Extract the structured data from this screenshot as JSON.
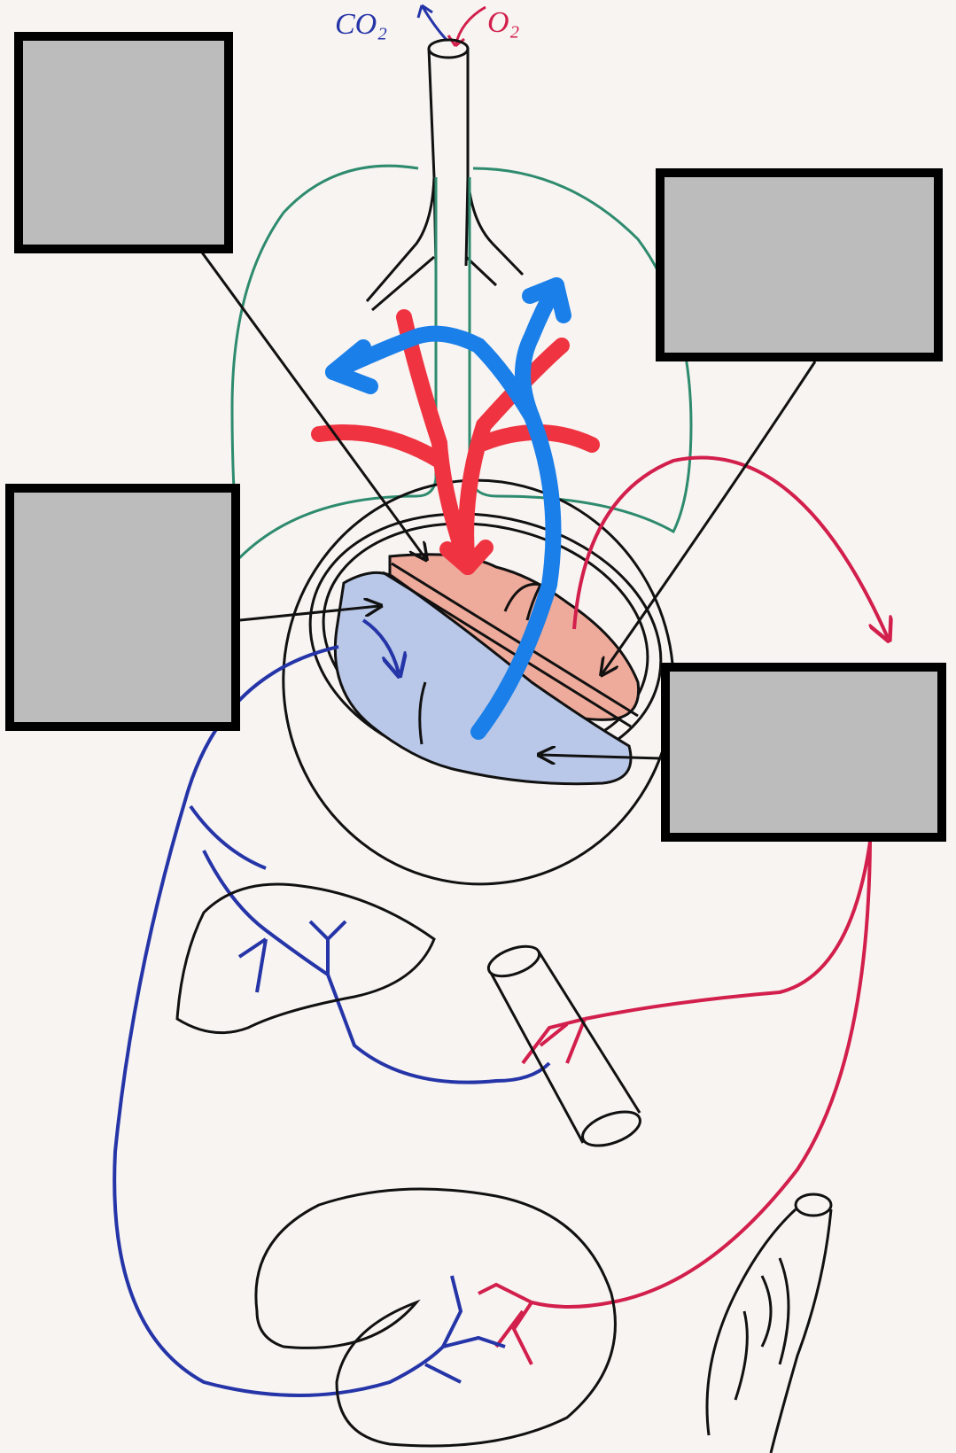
{
  "diagram": {
    "gas_labels": {
      "co2": "CO₂",
      "o2": "O₂"
    },
    "label_boxes": [
      {
        "id": "box-a",
        "text": ""
      },
      {
        "id": "box-b",
        "text": ""
      },
      {
        "id": "box-c",
        "text": ""
      },
      {
        "id": "box-d",
        "text": ""
      }
    ],
    "colors": {
      "paper": "#f8f4f2",
      "outline": "#111111",
      "lungs": "#2e8b6e",
      "pulmonary_red": "#ef3340",
      "pulmonary_blue": "#1a7fe8",
      "systemic_red": "#d21f4c",
      "systemic_blue": "#2535a8",
      "left_heart_fill": "#eeaa9a",
      "right_heart_fill": "#b9c8e8",
      "label_box_fill": "#bcbcbc"
    }
  }
}
